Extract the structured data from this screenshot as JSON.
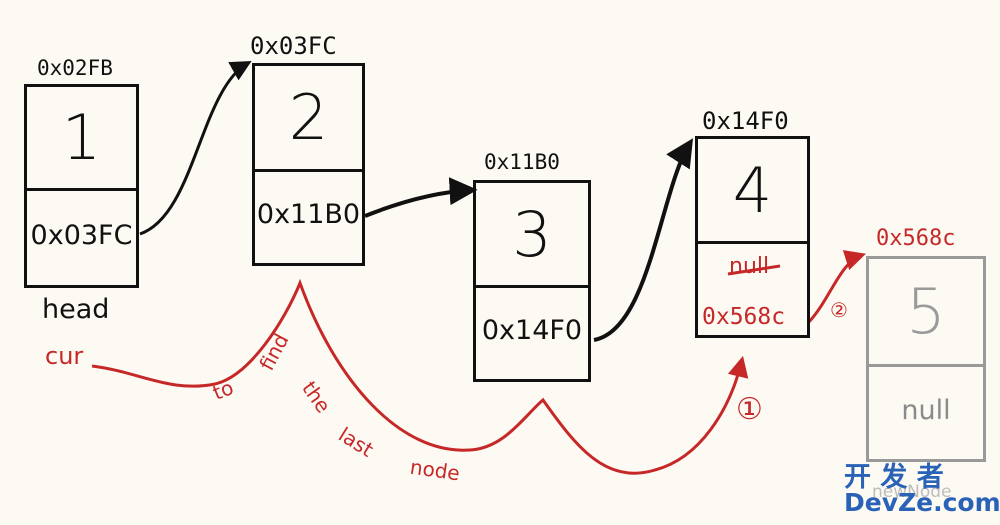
{
  "nodes": [
    {
      "address": "0x02FB",
      "value": "1",
      "next": "0x03FC"
    },
    {
      "address": "0x03FC",
      "value": "2",
      "next": "0x11B0"
    },
    {
      "address": "0x11B0",
      "value": "3",
      "next": "0x14F0"
    },
    {
      "address": "0x14F0",
      "value": "4",
      "next_old": "null",
      "next_new": "0x568c"
    },
    {
      "address": "0x568c",
      "value": "5",
      "next": "null",
      "caption": "newNode"
    }
  ],
  "labels": {
    "head": "head",
    "cur": "cur",
    "path_words": [
      "to",
      "find",
      "the",
      "last",
      "node"
    ],
    "step1": "①",
    "step2": "②"
  },
  "watermark": {
    "cn": "开 发 者",
    "en": "DevZe.com"
  },
  "colors": {
    "ink": "#111111",
    "annotation": "#c62828",
    "new_node": "#9a9a9a",
    "watermark": "#2a62b8",
    "background": "#fdfaf3"
  }
}
